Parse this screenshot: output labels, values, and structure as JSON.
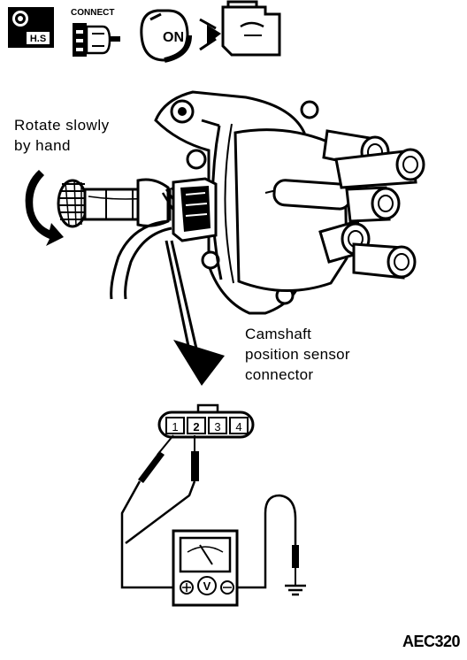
{
  "icons": {
    "hs_badge": {
      "label": "H.S"
    },
    "connect_badge": {
      "label": "CONNECT"
    },
    "ignition_badge": {
      "label": "ON"
    }
  },
  "labels": {
    "rotate_line1": "Rotate slowly",
    "rotate_line2": "by hand",
    "sensor_line1": "Camshaft",
    "sensor_line2": "position sensor",
    "sensor_line3": "connector",
    "figure_code": "AEC320"
  },
  "connector": {
    "terminals": [
      "1",
      "2",
      "3",
      "4"
    ]
  },
  "meter": {
    "plus_symbol": "⊕",
    "v_symbol": "V",
    "minus_symbol": "⊖"
  },
  "colors": {
    "ink": "#000000",
    "paper": "#ffffff"
  }
}
